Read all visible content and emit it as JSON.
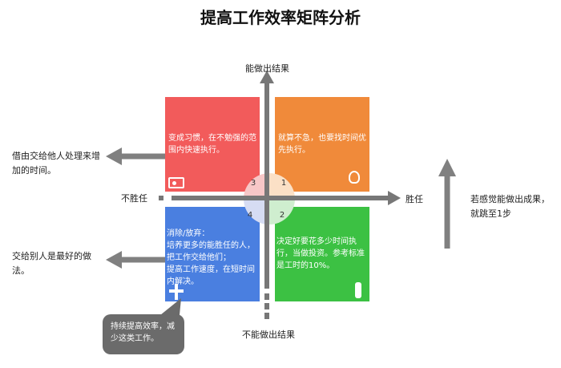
{
  "title": "提高工作效率矩阵分析",
  "axes": {
    "top": "能做出结果",
    "bottom": "不能做出结果",
    "left": "不胜任",
    "right": "胜任"
  },
  "quadrants": {
    "q1": {
      "number": "1",
      "text": "就算不急，也要找时间优先执行。",
      "color": "#f08a3a",
      "icon": "lightbulb-icon"
    },
    "q2": {
      "number": "2",
      "text": "决定好要花多少时间执行，当做投资。参考标准是工时的10%。",
      "color": "#3cc143",
      "icon": "person-cheering-icon"
    },
    "q3": {
      "number": "3",
      "text": "变成习惯，在不勉强的范围内快速执行。",
      "color": "#f25b5b",
      "icon": "id-card-icon"
    },
    "q4": {
      "number": "4",
      "text": "消除/放弃：\n培养更多的能胜任的人，把工作交给他们；\n提高工作速度，在短时间内解决。",
      "color": "#4a7fe0",
      "icon": "plus-cross-icon"
    }
  },
  "side_notes": {
    "delegate": "借由交给他人处理来增加的时间。",
    "best": "交给别人是最好的做法。",
    "result": "若感觉能做出成果，就跳至1步"
  },
  "bubble": "持续提高效率，减少这类工作。",
  "colors": {
    "axis": "#777777",
    "arrow": "#808080"
  }
}
